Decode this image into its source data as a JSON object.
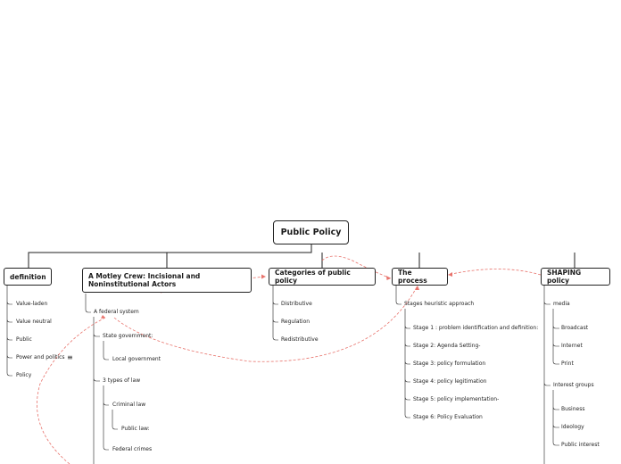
{
  "root": {
    "label": "Public Policy"
  },
  "branches": [
    {
      "id": "definition",
      "label": "definition",
      "children": [
        "Value-laden",
        "Value neutral",
        "Public",
        "Power and politics",
        "Policy"
      ]
    },
    {
      "id": "actors",
      "label": "A Motley Crew: Incisional and Noninstitutional Actors",
      "children": [
        {
          "label": "A federal system",
          "children": [
            {
              "label": "State government:",
              "children": [
                "Local government"
              ]
            },
            {
              "label": "3 types of law",
              "children": [
                {
                  "label": "Criminal law",
                  "children": [
                    "Public law:"
                  ]
                },
                "Federal crimes"
              ]
            }
          ]
        }
      ]
    },
    {
      "id": "categories",
      "label": "Categories of public policy",
      "children": [
        "Distributive",
        "Regulation",
        "Redistributive"
      ]
    },
    {
      "id": "process",
      "label": "The process",
      "children": [
        {
          "label": "Stages heuristic approach",
          "children": [
            "Stage 1 : problem identification and definition:",
            "Stage 2: Agenda Setting-",
            "Stage 3: policy formulation",
            "Stage 4: policy legitimation",
            "Stage 5: policy implementation-",
            "Stage 6: Policy Evaluation"
          ]
        }
      ]
    },
    {
      "id": "shaping",
      "label": "SHAPING policy",
      "children": [
        {
          "label": "media",
          "children": [
            "Broadcast",
            "Internet",
            "Print"
          ]
        },
        {
          "label": "Interest groups",
          "children": [
            "Business",
            "Ideology",
            "Public interest"
          ]
        }
      ]
    }
  ],
  "note_icon": "note-icon",
  "colors": {
    "line": "#1f1f1f",
    "relation": "#e8736c"
  }
}
